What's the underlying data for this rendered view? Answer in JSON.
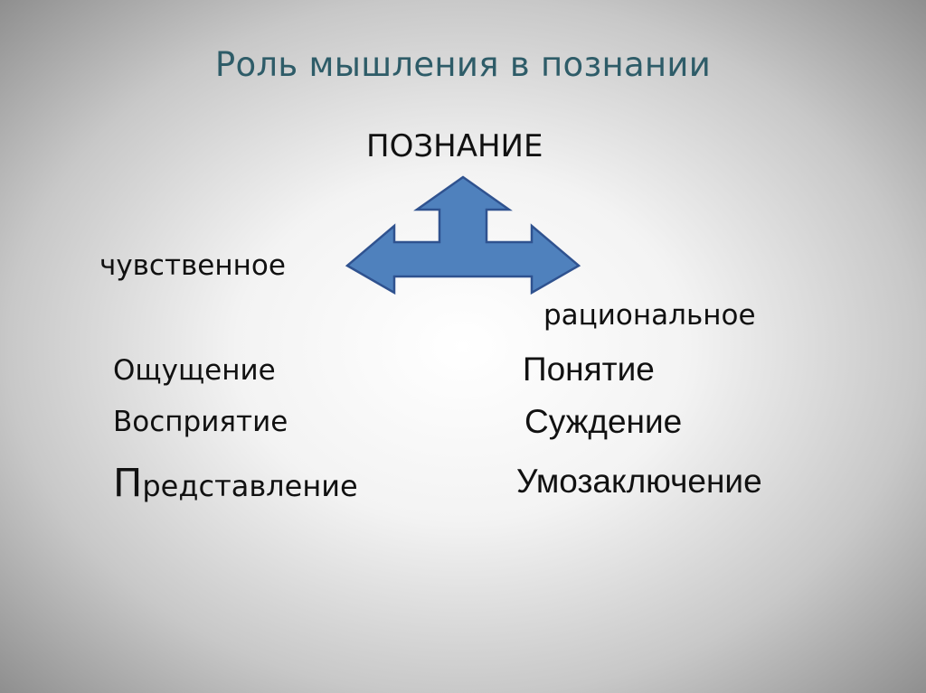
{
  "slide": {
    "title": "Роль мышления в познании",
    "center_label": "ПОЗНАНИЕ",
    "left_heading": "чувственное",
    "right_heading": "рациональное",
    "left_items": [
      "Ощущение",
      "Восприятие",
      "Представление"
    ],
    "left_item_3_initial": "П",
    "left_item_3_rest": "редставление",
    "right_items": [
      "Понятие",
      "Суждение",
      "Умозаключение"
    ],
    "arrow_fill": "#4f81bd",
    "arrow_stroke": "#2f528f",
    "title_color": "#2e5c68"
  }
}
